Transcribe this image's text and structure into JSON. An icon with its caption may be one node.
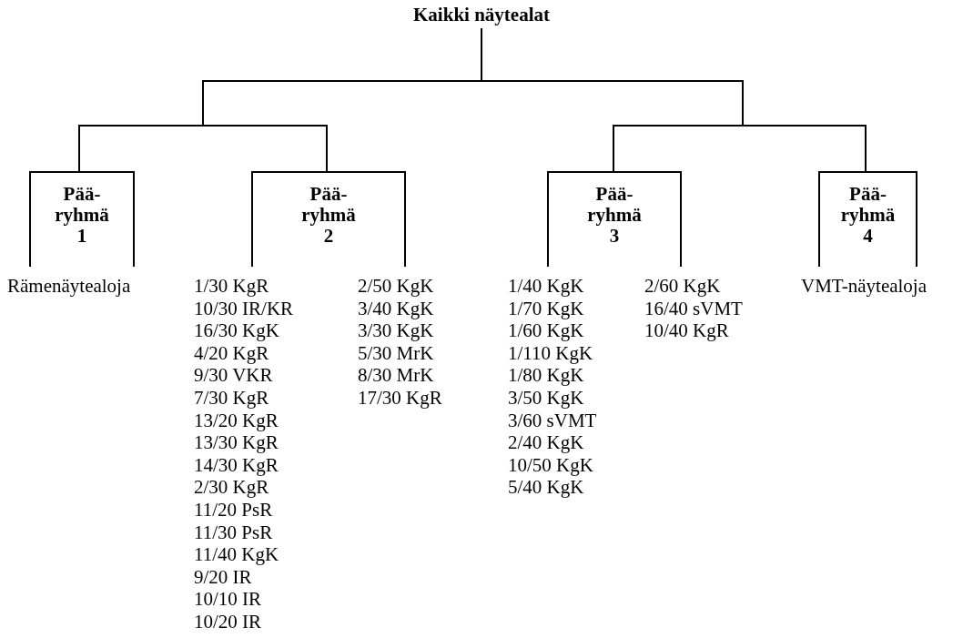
{
  "diagram": {
    "nodes": [
      {
        "text": [
          "Kaikki näytealat"
        ]
      },
      {
        "text": [
          "Pää- ryhmä 1"
        ],
        "beside": [
          "Rämenäytealoja"
        ]
      },
      {
        "text": [
          "Pää- ryhmä 2"
        ],
        "beside": [
          "1/30 KgR",
          "10/30 IR/KR",
          "16/30 KgK",
          "4/20 KgR",
          "9/30 VKR",
          "7/30 KgR",
          "13/20 KgR",
          "13/30 KgR",
          "14/30 KgR",
          "2/30 KgR",
          "11/20 PsR",
          "11/30 PsR",
          "11/40 KgK",
          "9/20 IR",
          "10/10 IR",
          "10/20 IR",
          "2/50 KgK",
          "3/40 KgK",
          "3/30 KgK",
          "5/30 MrK",
          "8/30 MrK",
          "17/30 KgR"
        ]
      },
      {
        "text": [
          "Pää- ryhmä 3"
        ],
        "beside": [
          "1/40 KgK",
          "1/70 KgK",
          "1/60 KgK",
          "1/110 KgK",
          "1/80 KgK",
          "3/50 KgK",
          "3/60 sVMT",
          "2/40 KgK",
          "10/50 KgK",
          "5/40 KgK",
          "2/60 KgK",
          "16/40 sVMT",
          "10/40 KgR"
        ]
      },
      {
        "text": [
          "Pää- ryhmä 4"
        ],
        "beside": [
          "VMT-näytealoja"
        ]
      }
    ],
    "edges": [
      {
        "from": 0,
        "to": 1,
        "arrow": "none"
      },
      {
        "from": 0,
        "to": 2,
        "arrow": "none"
      },
      {
        "from": 0,
        "to": 3,
        "arrow": "none"
      },
      {
        "from": 0,
        "to": 4,
        "arrow": "none"
      }
    ]
  }
}
